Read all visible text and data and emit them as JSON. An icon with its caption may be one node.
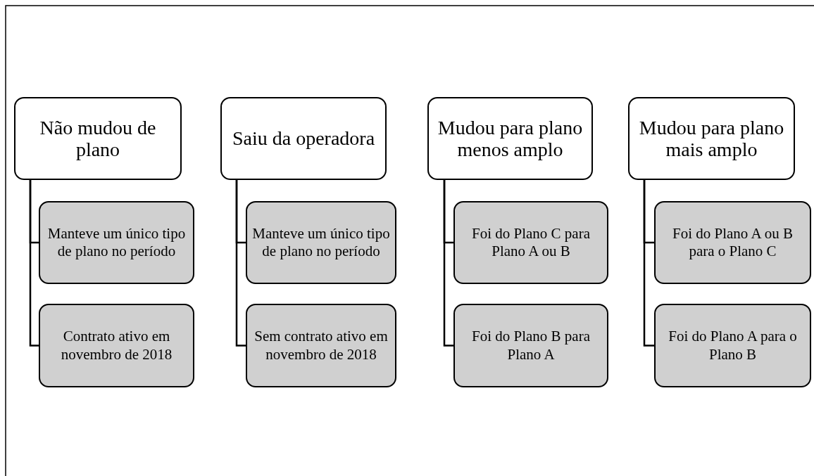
{
  "diagram": {
    "nodes": [
      {
        "text": [
          "Não mudou de plano"
        ]
      },
      {
        "text": [
          "Manteve um único tipo de plano no período"
        ]
      },
      {
        "text": [
          "Contrato ativo em novembro de 2018"
        ]
      },
      {
        "text": [
          "Saiu da operadora"
        ]
      },
      {
        "text": [
          "Manteve um único tipo de plano no período"
        ]
      },
      {
        "text": [
          "Sem contrato ativo em novembro de 2018"
        ]
      },
      {
        "text": [
          "Mudou para plano menos amplo"
        ]
      },
      {
        "text": [
          "Foi do Plano C para Plano A ou B"
        ]
      },
      {
        "text": [
          "Foi do Plano B para Plano A"
        ]
      },
      {
        "text": [
          "Mudou para plano mais amplo"
        ]
      },
      {
        "text": [
          "Foi do Plano A ou B para o Plano C"
        ]
      },
      {
        "text": [
          "Foi do Plano A para o Plano B"
        ]
      }
    ],
    "edges": [
      {
        "from": 0,
        "to": 1,
        "arrow": "none"
      },
      {
        "from": 0,
        "to": 2,
        "arrow": "none"
      },
      {
        "from": 3,
        "to": 4,
        "arrow": "none"
      },
      {
        "from": 3,
        "to": 5,
        "arrow": "none"
      },
      {
        "from": 6,
        "to": 7,
        "arrow": "none"
      },
      {
        "from": 6,
        "to": 8,
        "arrow": "none"
      },
      {
        "from": 9,
        "to": 10,
        "arrow": "none"
      },
      {
        "from": 9,
        "to": 11,
        "arrow": "none"
      }
    ]
  }
}
